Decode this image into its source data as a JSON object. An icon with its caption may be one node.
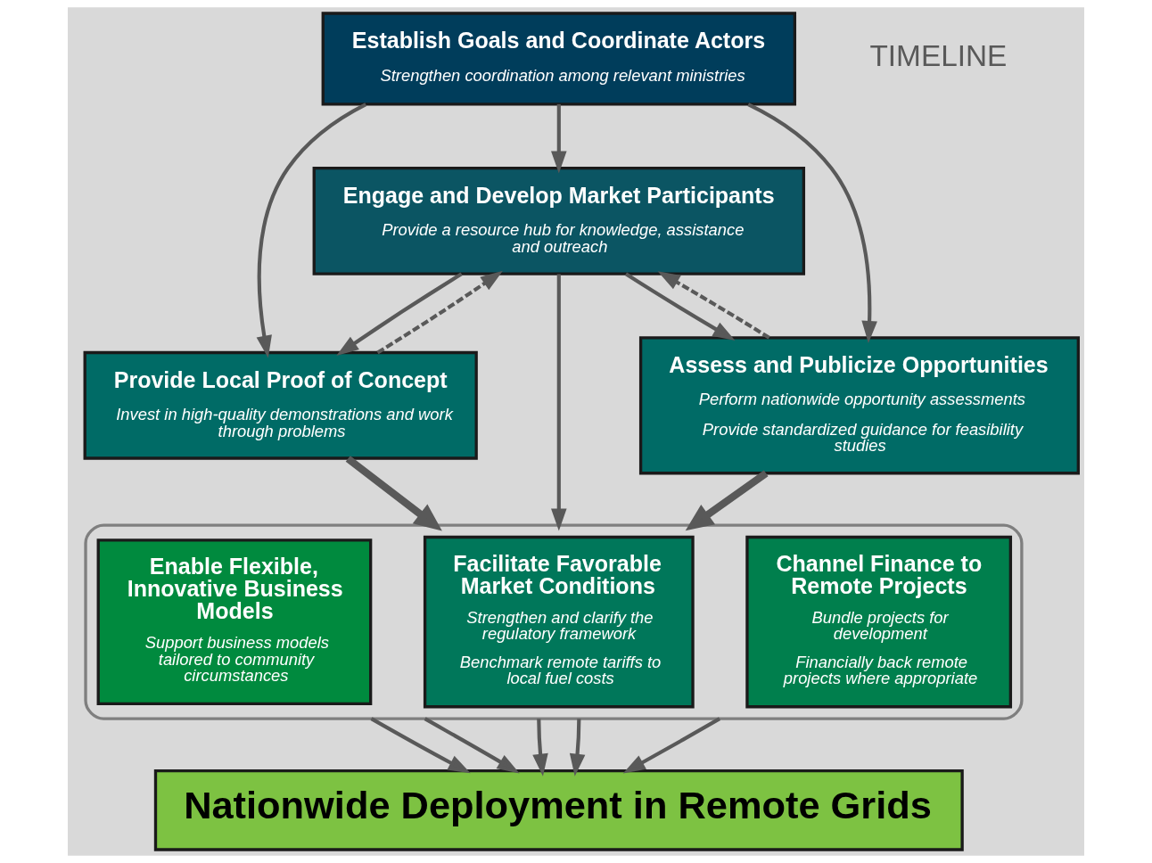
{
  "diagram": {
    "nodes": [
      {
        "text": [
          "Establish Goals and Coordinate Actors",
          "Strengthen coordination among relevant ministries"
        ]
      },
      {
        "text": [
          "Engage and Develop Market Participants",
          "Provide a resource hub for knowledge, assistance and outreach"
        ]
      },
      {
        "text": [
          "Provide Local Proof of Concept",
          "Invest in high-quality demonstrations and work through problems"
        ]
      },
      {
        "text": [
          "Assess and Publicize Opportunities",
          "Perform nationwide opportunity assessments",
          "Provide standardized guidance for feasibility studies"
        ]
      },
      {
        "text": [],
        "shape": "ellipse"
      },
      {
        "text": [
          "Enable Flexible, Innovative Business Models",
          "Support business models tailored to community circumstances"
        ],
        "in": 4
      },
      {
        "text": [
          "Facilitate Favorable Market Conditions",
          "Strengthen and clarify the regulatory framework",
          "Benchmark remote tariffs to local fuel costs"
        ],
        "in": 4
      },
      {
        "text": [
          "Channel Finance to Remote Projects",
          "Bundle projects for development",
          "Financially back remote projects where appropriate"
        ],
        "in": 4
      },
      {
        "text": [
          "Nationwide Deployment in Remote Grids"
        ]
      }
    ],
    "edges": [
      {
        "from": 0,
        "to": 1,
        "arrow": "to"
      },
      {
        "from": 0,
        "to": 2,
        "arrow": "to"
      },
      {
        "from": 0,
        "to": 3,
        "arrow": "to"
      },
      {
        "from": 1,
        "to": 2,
        "arrow": "to"
      },
      {
        "from": 2,
        "to": 1,
        "arrow": "to",
        "style": "dashed"
      },
      {
        "from": 3,
        "to": 1,
        "arrow": "to",
        "style": "dashed"
      },
      {
        "from": 1,
        "to": 3,
        "arrow": "to"
      },
      {
        "from": 1,
        "to": 4,
        "arrow": "to"
      },
      {
        "from": 2,
        "to": 4,
        "arrow": "to",
        "style": "thick"
      },
      {
        "from": 3,
        "to": 4,
        "arrow": "to",
        "style": "thick"
      },
      {
        "from": 4,
        "to": 8,
        "arrow": "to"
      },
      {
        "from": 4,
        "to": 8,
        "arrow": "to"
      },
      {
        "from": 4,
        "to": 8,
        "arrow": "to"
      },
      {
        "from": 4,
        "to": 8,
        "arrow": "to"
      },
      {
        "from": 4,
        "to": 8,
        "arrow": "to"
      }
    ],
    "labels": [
      "TIMELINE"
    ]
  }
}
